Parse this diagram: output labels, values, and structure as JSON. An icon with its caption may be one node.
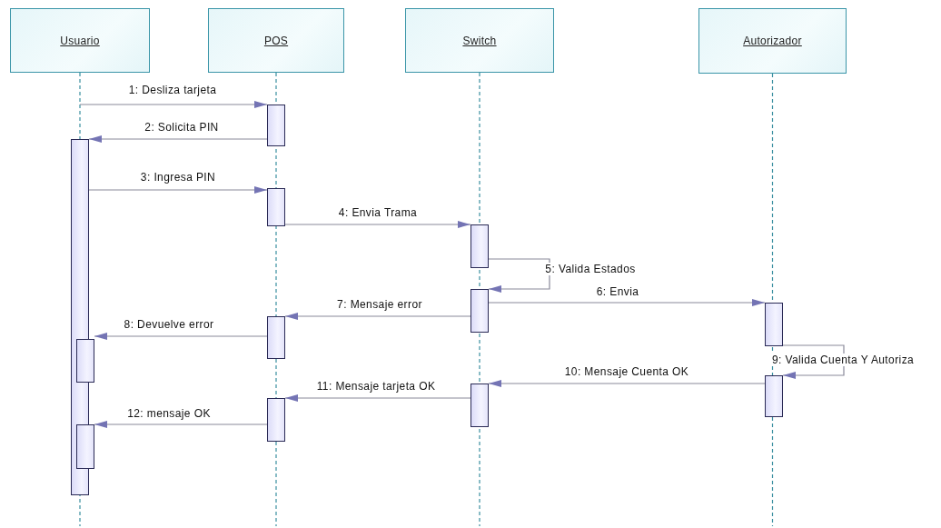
{
  "diagram": {
    "nodes": [
      {
        "text": [
          "Usuario"
        ]
      },
      {
        "text": [
          "POS"
        ]
      },
      {
        "text": [
          "Switch"
        ]
      },
      {
        "text": [
          "Autorizador"
        ]
      },
      {
        "text": [],
        "shape": "bar"
      },
      {
        "text": [],
        "shape": "bar"
      },
      {
        "text": [],
        "shape": "bar"
      },
      {
        "text": [],
        "shape": "bar"
      },
      {
        "text": [],
        "shape": "bar"
      },
      {
        "text": [],
        "shape": "bar"
      },
      {
        "text": [],
        "shape": "bar"
      },
      {
        "text": [],
        "shape": "bar"
      },
      {
        "text": [],
        "shape": "bar"
      },
      {
        "text": [],
        "shape": "bar"
      },
      {
        "text": [],
        "shape": "bar"
      },
      {
        "text": [],
        "shape": "bar"
      }
    ],
    "edges": [
      {
        "from": 0,
        "to": 5,
        "arrow": "to",
        "label": "1: Desliza tarjeta"
      },
      {
        "from": 5,
        "to": 4,
        "arrow": "to",
        "label": "2: Solicita PIN"
      },
      {
        "from": 4,
        "to": 6,
        "arrow": "to",
        "label": "3: Ingresa PIN"
      },
      {
        "from": 6,
        "to": 7,
        "arrow": "to",
        "label": "4: Envia Trama"
      },
      {
        "from": 7,
        "to": 8,
        "arrow": "to",
        "label": "5: Valida Estados"
      },
      {
        "from": 8,
        "to": 9,
        "arrow": "to",
        "label": "6: Envia"
      },
      {
        "from": 8,
        "to": 10,
        "arrow": "to",
        "label": "7: Mensaje error"
      },
      {
        "from": 10,
        "to": 11,
        "arrow": "to",
        "label": "8: Devuelve error"
      },
      {
        "from": 9,
        "to": 13,
        "arrow": "to",
        "label": "9: Valida Cuenta Y Autoriza"
      },
      {
        "from": 13,
        "to": 12,
        "arrow": "to",
        "label": "10: Mensaje Cuenta OK"
      },
      {
        "from": 12,
        "to": 14,
        "arrow": "to",
        "label": "11: Mensaje tarjeta OK"
      },
      {
        "from": 14,
        "to": 15,
        "arrow": "to",
        "label": "12: mensaje OK"
      }
    ]
  }
}
